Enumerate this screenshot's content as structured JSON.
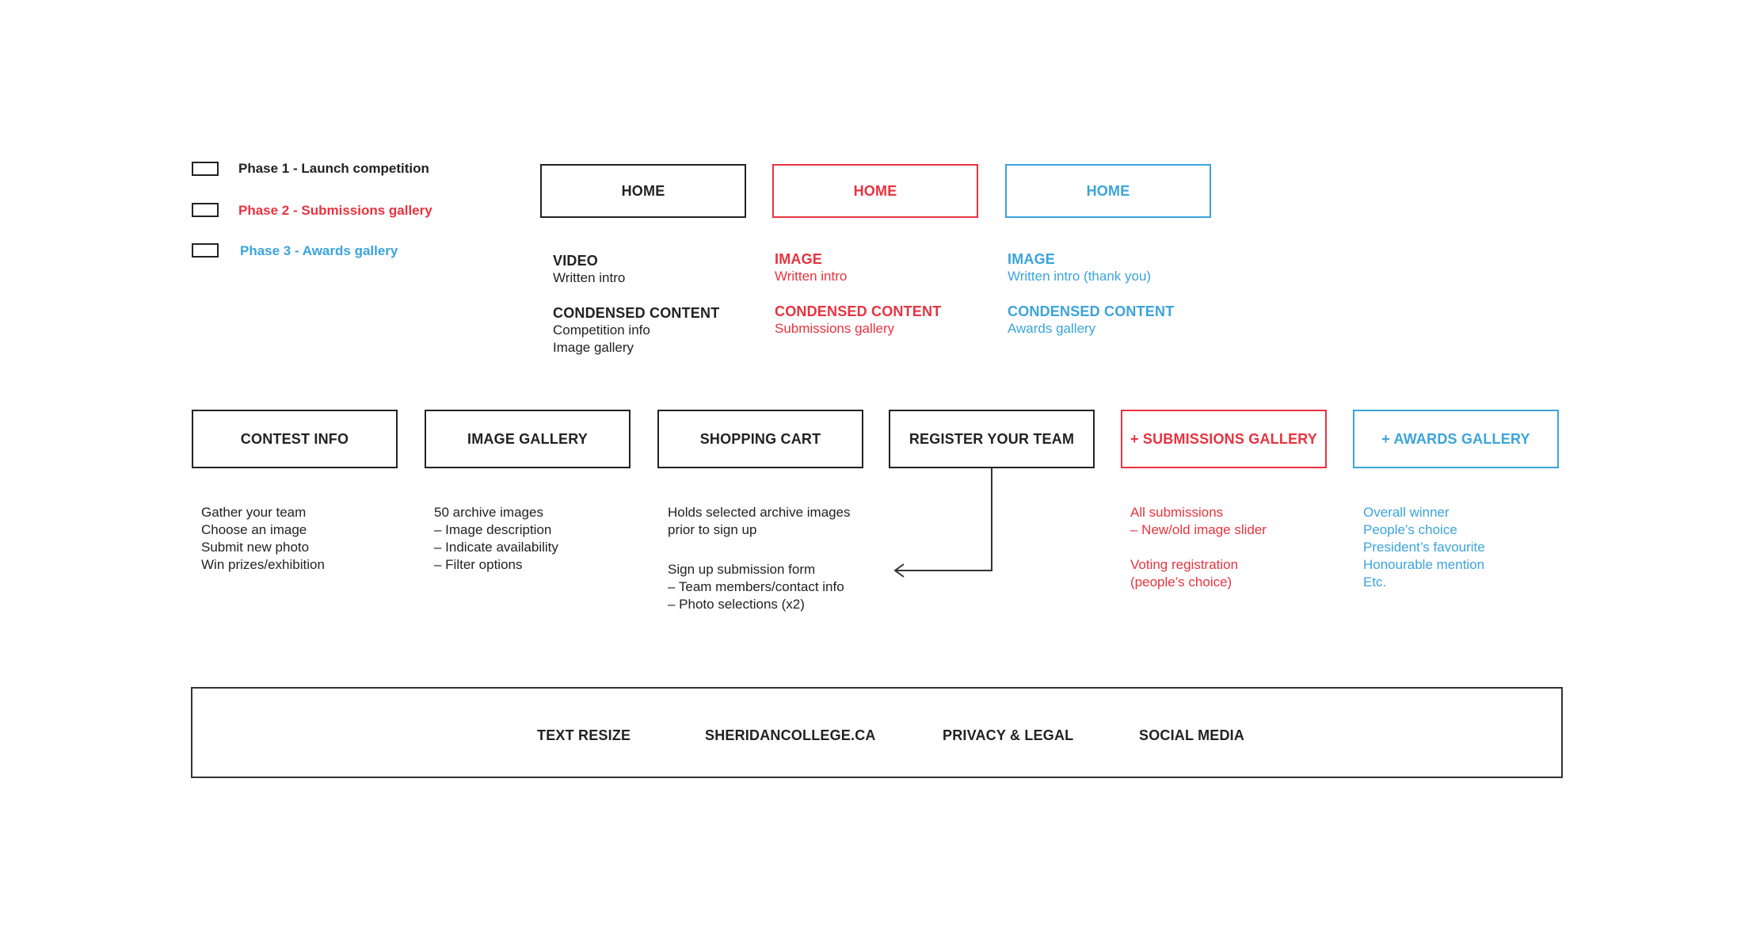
{
  "legend": [
    {
      "label": "Phase 1 - Launch competition",
      "color": "#333333"
    },
    {
      "label": "Phase 2 - Submissions gallery",
      "color": "#e8333f"
    },
    {
      "label": "Phase 3 - Awards gallery",
      "color": "#3aa4dc"
    }
  ],
  "home_boxes": [
    {
      "label": "HOME",
      "heading1": "VIDEO",
      "line1": "Written intro",
      "heading2": "CONDENSED CONTENT",
      "lines2": [
        "Competition info",
        "Image gallery"
      ]
    },
    {
      "label": "HOME",
      "heading1": "IMAGE",
      "line1": "Written intro",
      "heading2": "CONDENSED CONTENT",
      "lines2": [
        "Submissions gallery"
      ]
    },
    {
      "label": "HOME",
      "heading1": "IMAGE",
      "line1": "Written intro (thank you)",
      "heading2": "CONDENSED CONTENT",
      "lines2": [
        "Awards gallery"
      ]
    }
  ],
  "nav_boxes": [
    {
      "label": "CONTEST INFO",
      "lines": [
        "Gather your team",
        "Choose an image",
        "Submit new photo",
        "Win prizes/exhibition"
      ]
    },
    {
      "label": "IMAGE GALLERY",
      "lines": [
        "50 archive images",
        "– Image description",
        "– Indicate availability",
        "– Filter options"
      ]
    },
    {
      "label": "SHOPPING CART",
      "lines": [
        "Holds selected archive images",
        "prior to sign up"
      ],
      "lines_b": [
        "Sign up submission form",
        "– Team members/contact info",
        "– Photo selections (x2)"
      ]
    },
    {
      "label": "REGISTER YOUR TEAM"
    },
    {
      "label": "+ SUBMISSIONS GALLERY",
      "lines": [
        "All submissions",
        "– New/old image slider"
      ],
      "lines_b": [
        "Voting registration",
        "(people’s choice)"
      ]
    },
    {
      "label": "+  AWARDS GALLERY",
      "lines": [
        "Overall winner",
        "People’s choice",
        "President’s favourite",
        "Honourable mention",
        "Etc."
      ]
    }
  ],
  "footer": {
    "links": [
      "TEXT RESIZE",
      "SHERIDANCOLLEGE.CA",
      "PRIVACY & LEGAL",
      "SOCIAL MEDIA"
    ]
  }
}
